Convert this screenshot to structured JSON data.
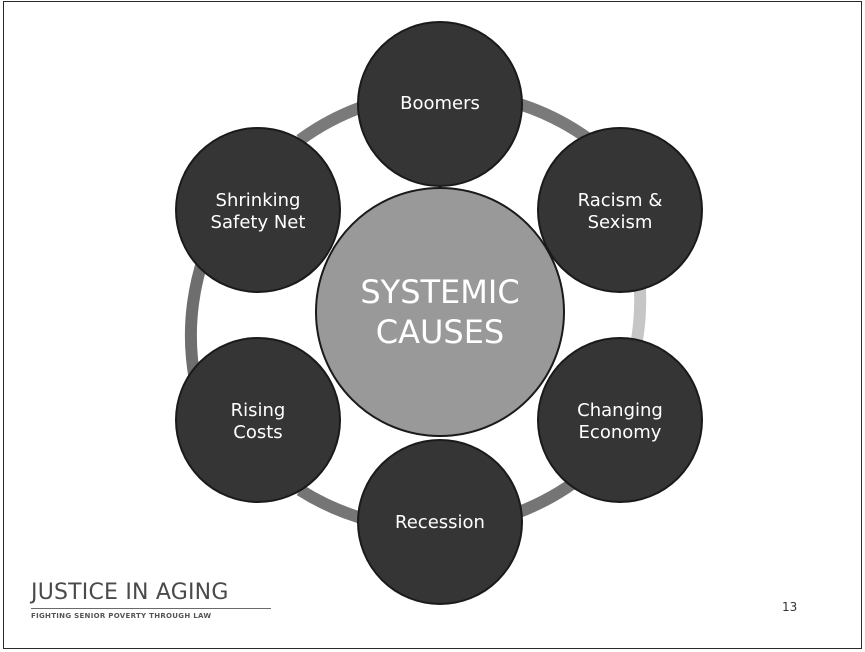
{
  "center": {
    "label": "SYSTEMIC\nCAUSES"
  },
  "nodes": [
    {
      "label": "Boomers"
    },
    {
      "label": "Racism &\nSexism"
    },
    {
      "label": "Changing\nEconomy"
    },
    {
      "label": "Recession"
    },
    {
      "label": "Rising\nCosts"
    },
    {
      "label": "Shrinking\nSafety Net"
    }
  ],
  "logo": {
    "title": "JUSTICE IN AGING",
    "tagline": "FIGHTING SENIOR POVERTY THROUGH LAW"
  },
  "page_number": "13",
  "colors": {
    "node_fill": "#353535",
    "center_fill": "#999999",
    "ring_dark": "#6e6e6e",
    "ring_light": "#c6c6c6"
  }
}
